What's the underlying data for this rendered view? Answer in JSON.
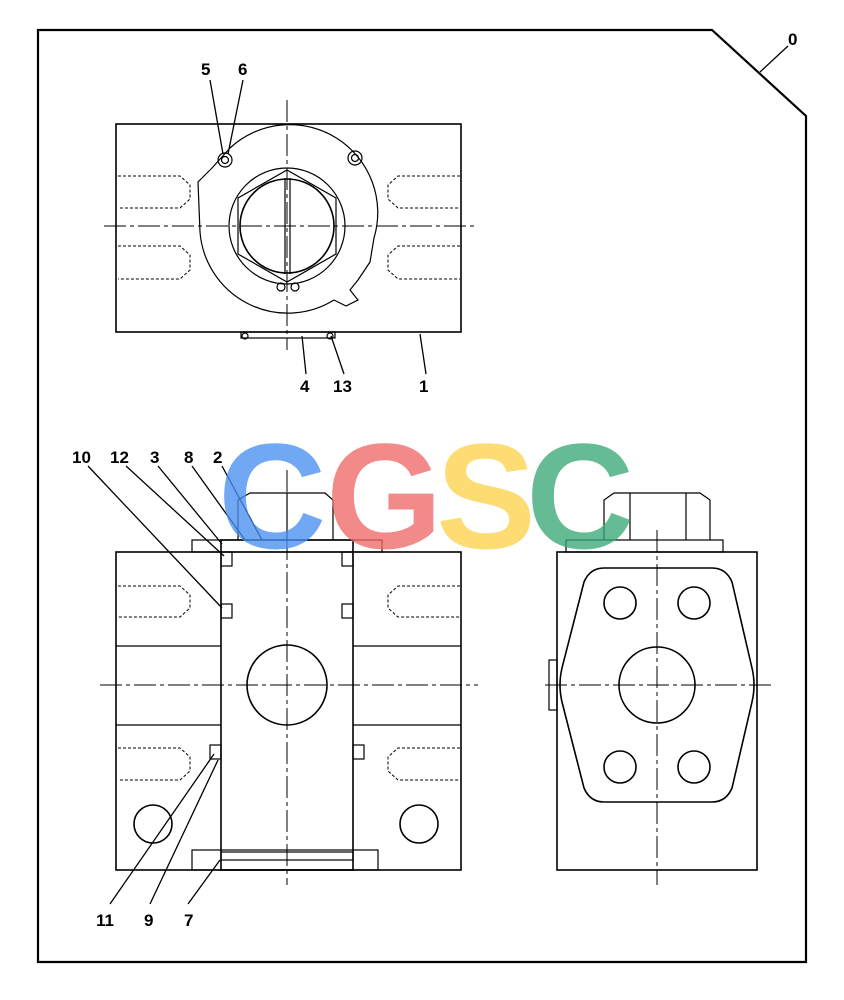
{
  "assembly_label": "0",
  "callouts": {
    "c1": "1",
    "c2": "2",
    "c3": "3",
    "c4": "4",
    "c5": "5",
    "c6": "6",
    "c7": "7",
    "c8": "8",
    "c9": "9",
    "c10": "10",
    "c11": "11",
    "c12": "12",
    "c13": "13"
  },
  "watermark": {
    "letters": [
      "C",
      "G",
      "S",
      "C"
    ],
    "colors": [
      "#4a90f0",
      "#f06a6a",
      "#fcd34d",
      "#3aa876"
    ]
  }
}
